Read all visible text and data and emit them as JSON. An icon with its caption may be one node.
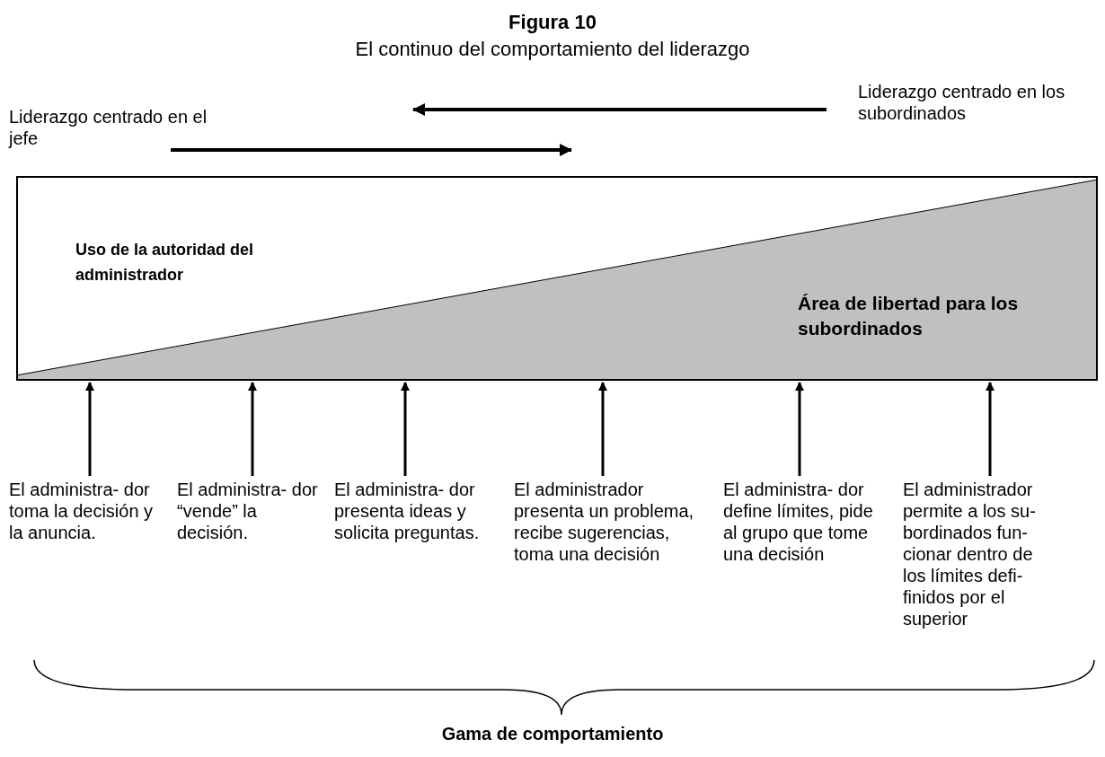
{
  "diagram": {
    "title": "Figura 10",
    "nodes": [
      {
        "text": [
          "Uso de la autoridad del administrador",
          "Área de libertad para los subordinados"
        ]
      },
      {
        "text": [
          "El administra- dor toma la decisión y la anuncia."
        ]
      },
      {
        "text": [
          "El administra- dor “vende” la decisión."
        ]
      },
      {
        "text": [
          "El administra- dor presenta ideas y solicita preguntas."
        ]
      },
      {
        "text": [
          "El administrador presenta un problema, recibe sugerencias, toma una decisión"
        ]
      },
      {
        "text": [
          "El administra- dor define límites, pide al grupo que tome una decisión"
        ]
      },
      {
        "text": [
          "El administrador permite a los su- bordinados fun- cionar dentro de los límites defi- finidos por el superior"
        ]
      }
    ],
    "edges": [
      {
        "from": 1,
        "to": 0,
        "arrow": "to"
      },
      {
        "from": 2,
        "to": 0,
        "arrow": "to"
      },
      {
        "from": 3,
        "to": 0,
        "arrow": "to"
      },
      {
        "from": 4,
        "to": 0,
        "arrow": "to"
      },
      {
        "from": 5,
        "to": 0,
        "arrow": "to"
      },
      {
        "from": 6,
        "to": 0,
        "arrow": "to"
      }
    ],
    "labels": [
      "El continuo del comportamiento del liderazgo",
      "Liderazgo centrado en los subordinados",
      "Liderazgo centrado en el jefe",
      "Gama de comportamiento"
    ]
  }
}
